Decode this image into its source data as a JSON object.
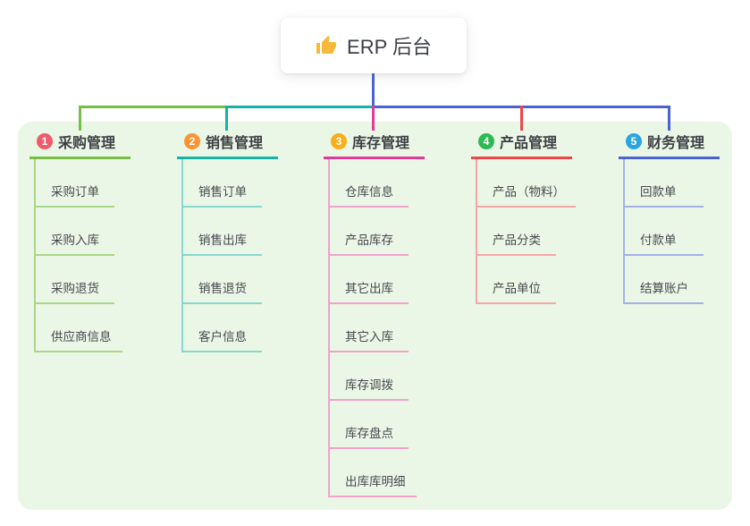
{
  "root": {
    "title": "ERP 后台",
    "icon": "thumbs-up-icon",
    "icon_color": "#f6b93c"
  },
  "canvas": {
    "bg": "#ffffff",
    "panel_bg": "#ebf7e6"
  },
  "connector_color": "#4a63d3",
  "branches": [
    {
      "num": "1",
      "label": "采购管理",
      "color": "#77bf44",
      "light": "#a9d788",
      "badge": "#f15b6c",
      "children": [
        "采购订单",
        "采购入库",
        "采购退货",
        "供应商信息"
      ]
    },
    {
      "num": "2",
      "label": "销售管理",
      "color": "#14b3a5",
      "light": "#86d8cd",
      "badge": "#fa9334",
      "children": [
        "销售订单",
        "销售出库",
        "销售退货",
        "客户信息"
      ]
    },
    {
      "num": "3",
      "label": "库存管理",
      "color": "#e23a97",
      "light": "#f1a2cb",
      "badge": "#fbae17",
      "children": [
        "仓库信息",
        "产品库存",
        "其它出库",
        "其它入库",
        "库存调拨",
        "库存盘点",
        "出库库明细"
      ]
    },
    {
      "num": "4",
      "label": "产品管理",
      "color": "#ef4545",
      "light": "#f7a6a6",
      "badge": "#2cba52",
      "children": [
        "产品（物料）",
        "产品分类",
        "产品单位"
      ]
    },
    {
      "num": "5",
      "label": "财务管理",
      "color": "#4a63d3",
      "light": "#a3b1e8",
      "badge": "#2aa5e0",
      "children": [
        "回款单",
        "付款单",
        "结算账户"
      ]
    }
  ]
}
